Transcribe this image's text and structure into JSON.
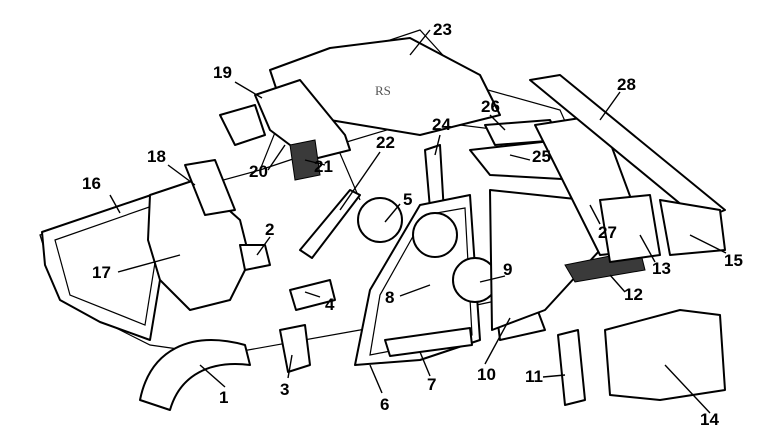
{
  "plate_text": "RS",
  "colors": {
    "ink": "#000000",
    "paper": "#ffffff",
    "shade": "#3a3a3a"
  },
  "callouts": [
    "1",
    "2",
    "3",
    "4",
    "5",
    "6",
    "7",
    "8",
    "9",
    "10",
    "11",
    "12",
    "13",
    "14",
    "15",
    "16",
    "17",
    "18",
    "19",
    "20",
    "21",
    "22",
    "23",
    "24",
    "25",
    "26",
    "27",
    "28"
  ]
}
